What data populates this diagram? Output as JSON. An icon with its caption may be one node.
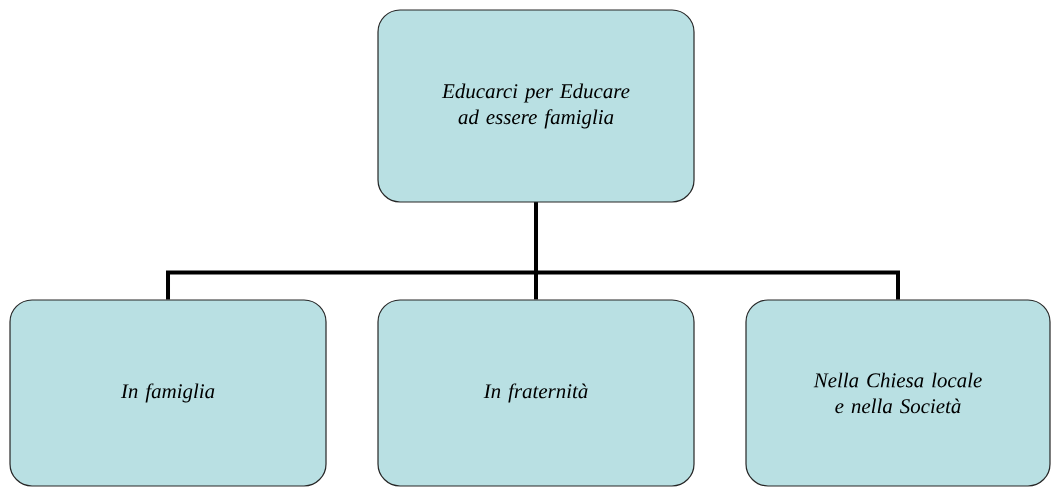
{
  "diagram": {
    "nodes": [
      {
        "text": [
          "Educarci per Educare ad essere famiglia"
        ]
      },
      {
        "text": [
          "In famiglia"
        ]
      },
      {
        "text": [
          "In fraternità"
        ]
      },
      {
        "text": [
          "Nella Chiesa locale e nella Società"
        ]
      }
    ],
    "edges": [
      {
        "from": 0,
        "to": 1,
        "arrow": "none"
      },
      {
        "from": 0,
        "to": 2,
        "arrow": "none"
      },
      {
        "from": 0,
        "to": 3,
        "arrow": "none"
      }
    ]
  }
}
